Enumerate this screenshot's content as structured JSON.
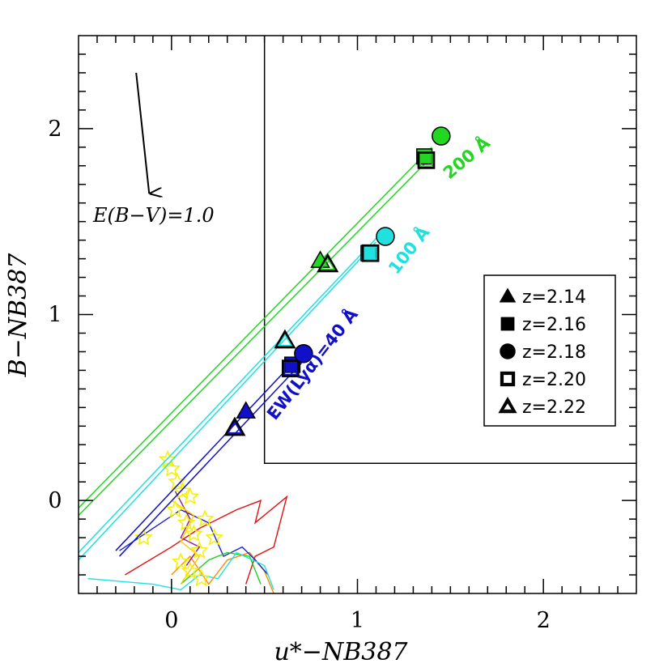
{
  "chart_data": {
    "type": "scatter",
    "xlabel": "u*−NB387",
    "ylabel": "B−NB387",
    "xlim": [
      -0.5,
      2.5
    ],
    "ylim": [
      -0.5,
      2.5
    ],
    "xticks": [
      0,
      1,
      2
    ],
    "yticks": [
      0,
      1,
      2
    ],
    "tick_labels_x": [
      "0",
      "1",
      "2"
    ],
    "tick_labels_y": [
      "0",
      "1",
      "2"
    ],
    "selection_box": {
      "x_min": 0.5,
      "y_min": 0.2
    },
    "reddening_vector": {
      "label": "E(B−V)=1.0",
      "from": [
        -0.19,
        2.3
      ],
      "to": [
        -0.12,
        1.65
      ]
    },
    "ew_lines": [
      {
        "label": "EW(Lyα)=40 Å",
        "color": "#1010c8",
        "lines": [
          [
            [
              -0.3,
              -0.27
            ],
            [
              0.68,
              0.77
            ]
          ],
          [
            [
              -0.28,
              -0.3
            ],
            [
              0.7,
              0.74
            ]
          ]
        ]
      },
      {
        "label": "100 Å",
        "color": "#20e0e0",
        "lines": [
          [
            [
              -0.5,
              -0.28
            ],
            [
              1.12,
              1.43
            ]
          ],
          [
            [
              -0.5,
              -0.32
            ],
            [
              1.1,
              1.39
            ]
          ]
        ]
      },
      {
        "label": "200 Å",
        "color": "#22d622",
        "lines": [
          [
            [
              -0.5,
              -0.04
            ],
            [
              1.4,
              1.9
            ]
          ],
          [
            [
              -0.5,
              -0.08
            ],
            [
              1.4,
              1.85
            ]
          ]
        ]
      }
    ],
    "points": [
      {
        "x": 0.4,
        "y": 0.48,
        "marker": "triangle",
        "filled": true,
        "color": "#1010c8"
      },
      {
        "x": 0.34,
        "y": 0.39,
        "marker": "triangle",
        "filled": false,
        "color": "#1010c8"
      },
      {
        "x": 0.65,
        "y": 0.73,
        "marker": "square",
        "filled": true,
        "color": "#1010c8"
      },
      {
        "x": 0.64,
        "y": 0.71,
        "marker": "square",
        "filled": false,
        "color": "#1010c8"
      },
      {
        "x": 0.71,
        "y": 0.79,
        "marker": "circle",
        "filled": true,
        "color": "#1010c8"
      },
      {
        "x": 0.61,
        "y": 0.86,
        "marker": "triangle",
        "filled": false,
        "color": "#20e0e0"
      },
      {
        "x": 1.06,
        "y": 1.33,
        "marker": "square",
        "filled": true,
        "color": "#20e0e0"
      },
      {
        "x": 1.07,
        "y": 1.33,
        "marker": "square",
        "filled": false,
        "color": "#20e0e0"
      },
      {
        "x": 1.15,
        "y": 1.42,
        "marker": "circle",
        "filled": true,
        "color": "#20e0e0"
      },
      {
        "x": 0.8,
        "y": 1.29,
        "marker": "triangle",
        "filled": true,
        "color": "#22d622"
      },
      {
        "x": 0.84,
        "y": 1.27,
        "marker": "triangle",
        "filled": false,
        "color": "#22d622"
      },
      {
        "x": 1.36,
        "y": 1.85,
        "marker": "square",
        "filled": true,
        "color": "#22d622"
      },
      {
        "x": 1.37,
        "y": 1.83,
        "marker": "square",
        "filled": false,
        "color": "#22d622"
      },
      {
        "x": 1.45,
        "y": 1.96,
        "marker": "circle",
        "filled": true,
        "color": "#22d622"
      }
    ],
    "star_points": [
      [
        -0.02,
        0.22
      ],
      [
        0.0,
        0.17
      ],
      [
        0.03,
        0.1
      ],
      [
        0.06,
        0.05
      ],
      [
        0.1,
        0.02
      ],
      [
        0.02,
        -0.05
      ],
      [
        0.08,
        -0.12
      ],
      [
        0.12,
        -0.18
      ],
      [
        0.15,
        -0.27
      ],
      [
        -0.15,
        -0.2
      ],
      [
        0.05,
        -0.33
      ],
      [
        0.1,
        -0.38
      ],
      [
        0.16,
        -0.42
      ],
      [
        0.18,
        -0.1
      ],
      [
        0.23,
        -0.2
      ]
    ],
    "star_color": "#f5f000",
    "stellar_tracks": [
      {
        "color": "#e01010",
        "points": [
          [
            -0.25,
            -0.4
          ],
          [
            0.0,
            -0.25
          ],
          [
            0.15,
            -0.15
          ],
          [
            0.35,
            -0.05
          ],
          [
            0.48,
            0.0
          ],
          [
            0.45,
            -0.12
          ],
          [
            0.62,
            0.02
          ],
          [
            0.55,
            -0.25
          ],
          [
            0.45,
            -0.3
          ],
          [
            0.4,
            -0.45
          ]
        ]
      },
      {
        "color": "#ff8a00",
        "points": [
          [
            0.0,
            -0.4
          ],
          [
            0.1,
            -0.3
          ],
          [
            0.2,
            -0.45
          ],
          [
            0.3,
            -0.32
          ],
          [
            0.42,
            -0.28
          ],
          [
            0.5,
            -0.38
          ],
          [
            0.55,
            -0.5
          ]
        ]
      },
      {
        "color": "#2020d0",
        "points": [
          [
            -0.28,
            -0.27
          ],
          [
            0.05,
            -0.05
          ],
          [
            0.2,
            -0.12
          ],
          [
            0.28,
            -0.3
          ],
          [
            0.38,
            -0.25
          ],
          [
            0.45,
            -0.32
          ],
          [
            0.52,
            -0.4
          ]
        ]
      },
      {
        "color": "#20d020",
        "points": [
          [
            0.05,
            -0.45
          ],
          [
            0.2,
            -0.32
          ],
          [
            0.3,
            -0.28
          ],
          [
            0.42,
            -0.3
          ],
          [
            0.48,
            -0.45
          ]
        ]
      },
      {
        "color": "#20e0e0",
        "points": [
          [
            -0.45,
            -0.42
          ],
          [
            -0.1,
            -0.45
          ],
          [
            0.05,
            -0.48
          ],
          [
            0.15,
            -0.4
          ],
          [
            0.25,
            -0.42
          ],
          [
            0.35,
            -0.28
          ],
          [
            0.5,
            -0.35
          ],
          [
            0.55,
            -0.48
          ]
        ]
      },
      {
        "color": "#8b1a8b",
        "points": [
          [
            0.02,
            0.05
          ],
          [
            0.1,
            -0.1
          ],
          [
            0.05,
            -0.2
          ],
          [
            0.15,
            -0.25
          ],
          [
            0.08,
            -0.35
          ]
        ]
      },
      {
        "color": "#ffcc00",
        "points": [
          [
            0.0,
            0.0
          ],
          [
            0.12,
            -0.08
          ],
          [
            0.05,
            -0.22
          ],
          [
            0.15,
            -0.3
          ],
          [
            0.05,
            -0.45
          ]
        ]
      }
    ],
    "legend": {
      "placement": "right",
      "entries": [
        {
          "marker": "triangle",
          "filled": true,
          "label": "z=2.14"
        },
        {
          "marker": "square",
          "filled": true,
          "label": "z=2.16"
        },
        {
          "marker": "circle",
          "filled": true,
          "label": "z=2.18"
        },
        {
          "marker": "square",
          "filled": false,
          "label": "z=2.20"
        },
        {
          "marker": "triangle",
          "filled": false,
          "label": "z=2.22"
        }
      ]
    }
  }
}
